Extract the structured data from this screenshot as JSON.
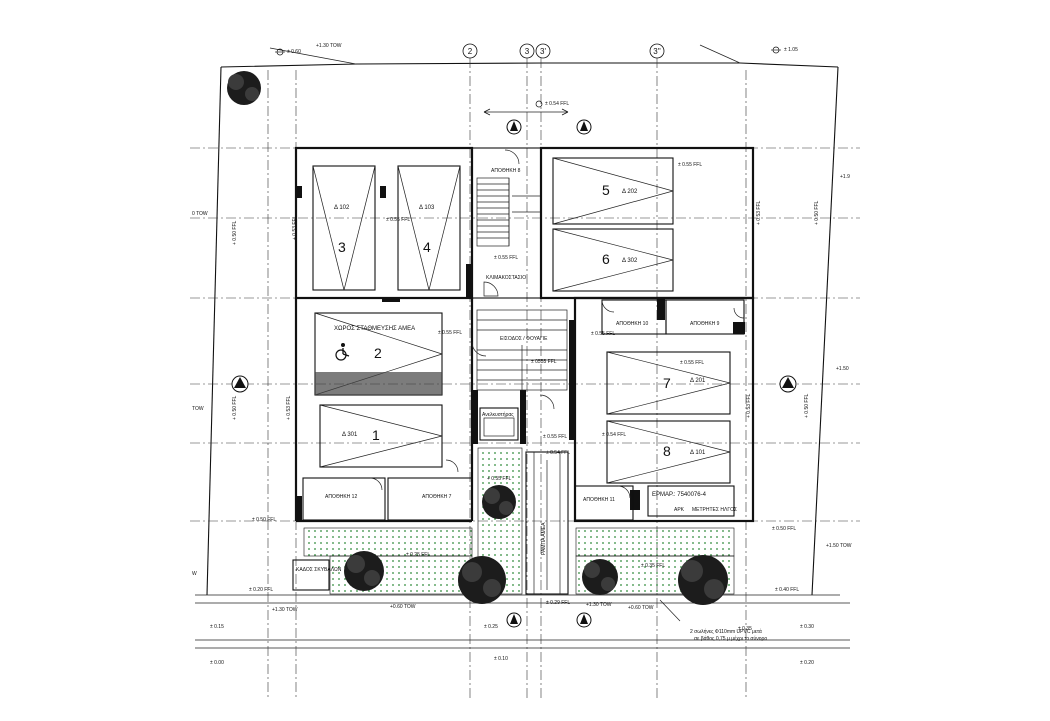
{
  "grid_labels": [
    "2",
    "3",
    "3'",
    "3''"
  ],
  "levels": {
    "top_left": "± 0.60",
    "top_left_tow": "+1.30 TOW",
    "top_right": "± 1.05",
    "right_upper": "+1.9",
    "right_mid": "+1.50",
    "right_lower_tow": "+1.50 TOW",
    "left_tow_1": "0 TOW",
    "left_tow_2": "TOW",
    "left_w": "W",
    "ffl_054_top": "± 0.54 FFL",
    "ffl_055_a": "± 0.55 FFL",
    "ffl_055_b": "± 0.55 FFL",
    "ffl_055_c": "± 0.55 FFL",
    "ffl_055_d": "± 0.55 FFL",
    "ffl_055_e": "± 0.55 FFL",
    "ffl_055_f": "± 0.55 FFL",
    "ffl_055_g": "± 0.55 FFL",
    "ffl_055_h": "+ 0.55 FFL",
    "ffl_054_mid": "± 0.54 FFL",
    "ffl_054_low": "± 0.54 FFL",
    "ffl_050_l": "± 0.50 FFL",
    "ffl_050_r": "± 0.50 FFL",
    "ffl_0555": "± 0555 FFL",
    "vert_050_a": "+ 0.50 FFL",
    "vert_053": "+ 0.53 FFL",
    "vert_053_b": "+ 0.53 FFL",
    "vert_050_b": "+ 0.50 FFL",
    "vert_053_c": "+ 0.53 FFL",
    "vert_050_c": "+ 0.50 FFL",
    "vert_053_d": "+ 0.53 FFL",
    "vert_050_d": "+ 0.50 FFL",
    "ffl_025": "± 0.25 FFL",
    "ffl_029": "± 0.29 FFL",
    "ffl_020": "± 0.20 FFL",
    "ffl_035": "± 0.35 FFL",
    "ffl_040": "± 0.40 FFL",
    "tow_130": "+1.30 TOW",
    "tow_060": "+0.60 TOW",
    "tow_130_b": "+1.30 TOW",
    "tow_060_b": "+0.60 TOW",
    "b_015": "± 0.15",
    "b_025": "± 0.25",
    "b_035": "± 0.35",
    "b_030": "± 0.30",
    "b_010": "± 0.10",
    "b_000": "± 0.00",
    "b_020": "± 0.20"
  },
  "spaces": {
    "d102": "Δ 102",
    "d103": "Δ 103",
    "d202": "Δ 202",
    "d302": "Δ 302",
    "d301": "Δ 301",
    "d201": "Δ 201",
    "d101": "Δ 101",
    "n3": "3",
    "n4": "4",
    "n5": "5",
    "n6": "6",
    "n2": "2",
    "n1": "1",
    "n7": "7",
    "n8": "8"
  },
  "rooms": {
    "storage8": "ΑΠΟΘΗΚΗ 8",
    "stairwell": "ΚΛΙΜΑΚΟΣΤΑΣΙΟ",
    "accessible_parking": "ΧΩΡΟΣ ΣΤΑΘΜΕΥΣΗΣ ΑΜΕΑ",
    "entrance": "ΕΙΣΟΔΟΣ / ΦΟΥΑΓΙΕ",
    "lift": "Ανελκυστήρας",
    "storage10": "ΑΠΟΘΗΚΗ 10",
    "storage9": "ΑΠΟΘΗΚΗ 9",
    "storage12": "ΑΠΟΘΗΚΗ 12",
    "storage7": "ΑΠΟΘΗΚΗ 7",
    "storage11": "ΑΠΟΘΗΚΗ 11",
    "ramp": "ΡΑΜΠΑ ΑΜΕΑ",
    "trash": "ΚΑΔΟΣ ΣΚΥΒΑΛΩΝ",
    "ermap": "ΕΡΜΑΡ.: 7540076-4",
    "ark": "ΑΡΚ",
    "meters": "ΜΕΤΡΗΤΕΣ ΗΛΓΟΣ",
    "pipes_note_1": "2 σωλήνες Φ110mm UPVC μετά",
    "pipes_note_2": "σε βάθος 0,75 μ μέχρι το σύνορο"
  }
}
